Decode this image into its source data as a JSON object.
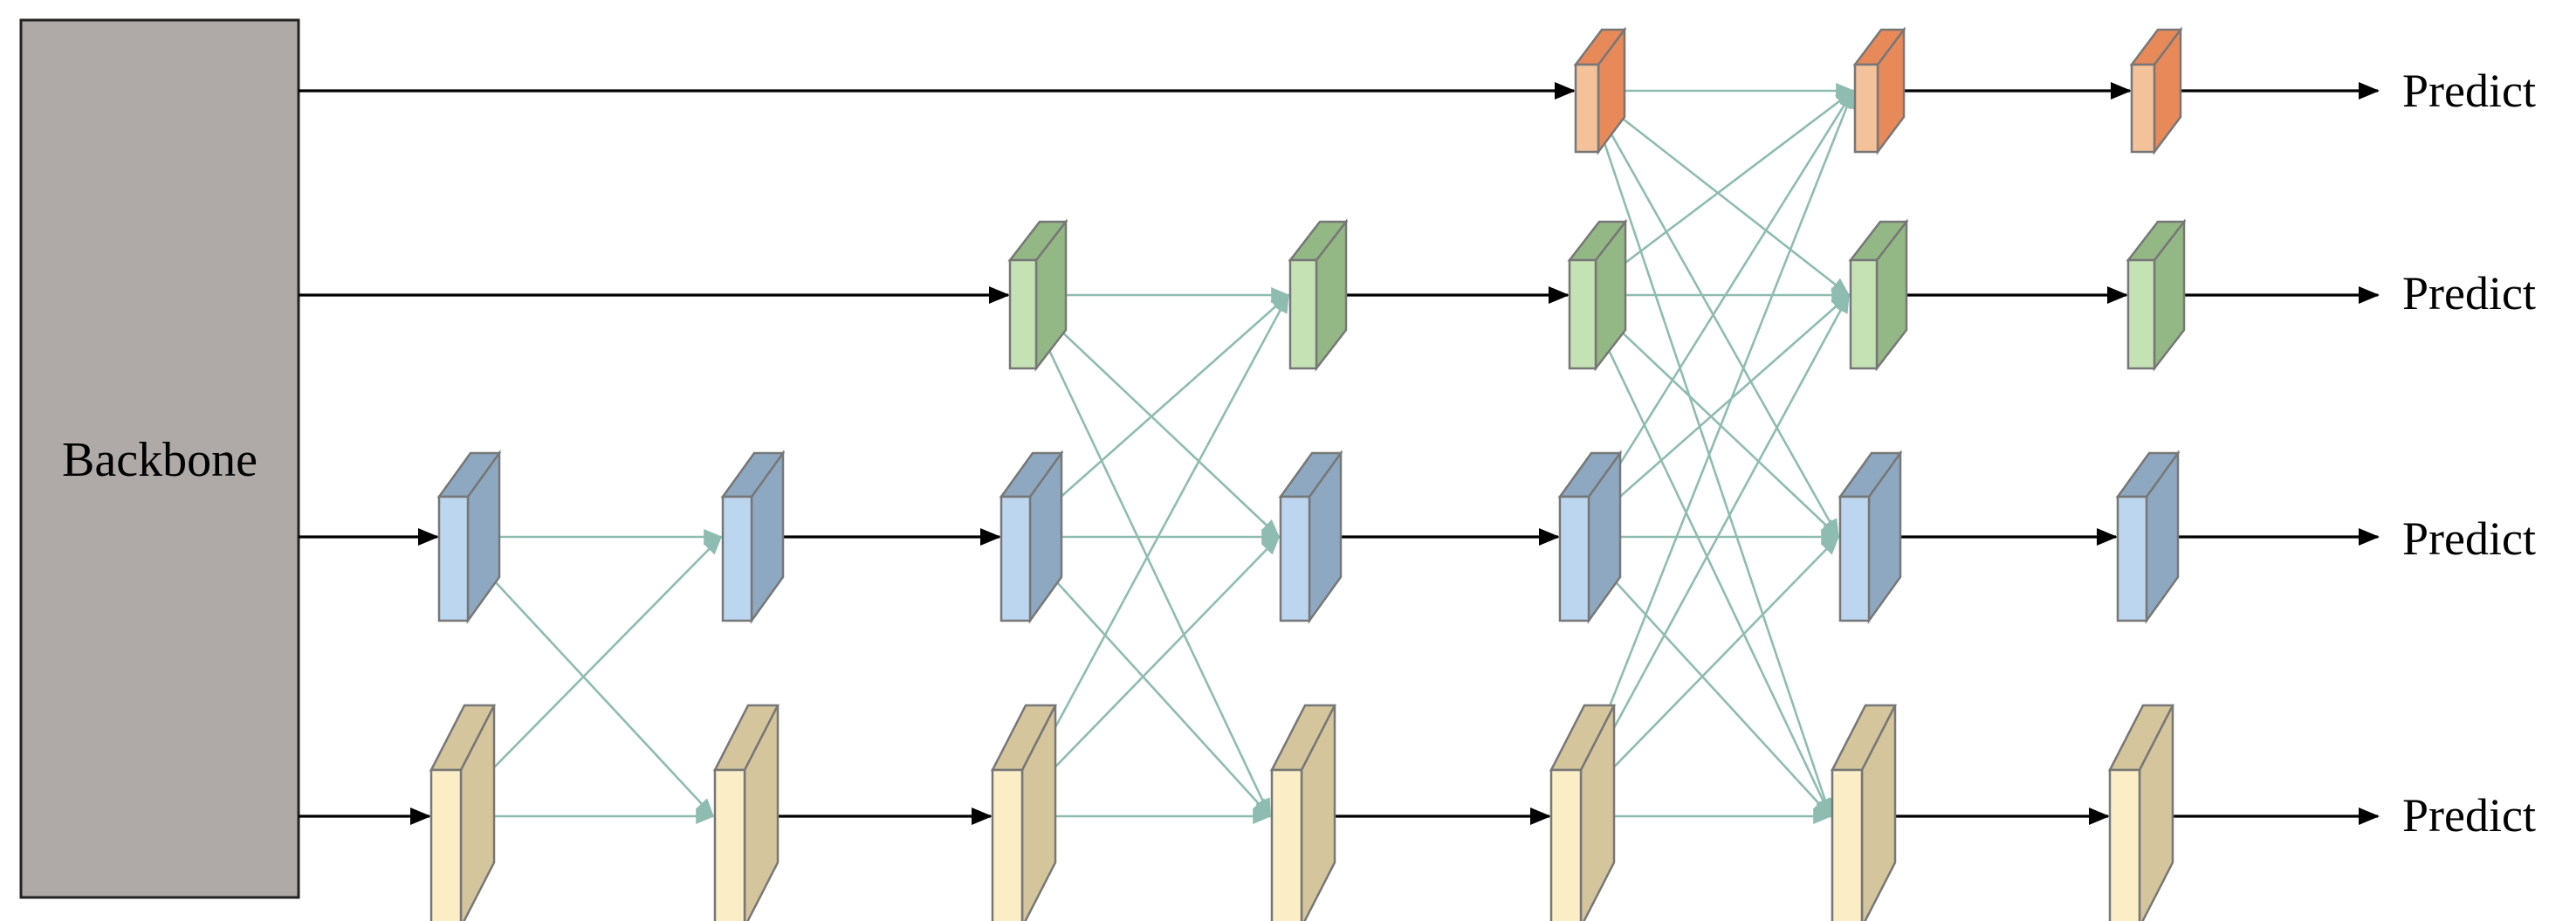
{
  "backbone": {
    "label": "Backbone"
  },
  "outputs": [
    {
      "label": "Predict"
    },
    {
      "label": "Predict"
    },
    {
      "label": "Predict"
    },
    {
      "label": "Predict"
    }
  ],
  "colors": {
    "level_orange": {
      "front": "#f4c29a",
      "side": "#e8895a"
    },
    "level_green": {
      "front": "#c5e2b5",
      "side": "#93b885"
    },
    "level_blue": {
      "front": "#bcd6ef",
      "side": "#8ea8c1"
    },
    "level_yellow": {
      "front": "#fbeec7",
      "side": "#d5c59d"
    },
    "backbone_fill": "#afaaa8",
    "fusion_arrow": "#8fbcb0",
    "main_arrow": "#000000"
  }
}
